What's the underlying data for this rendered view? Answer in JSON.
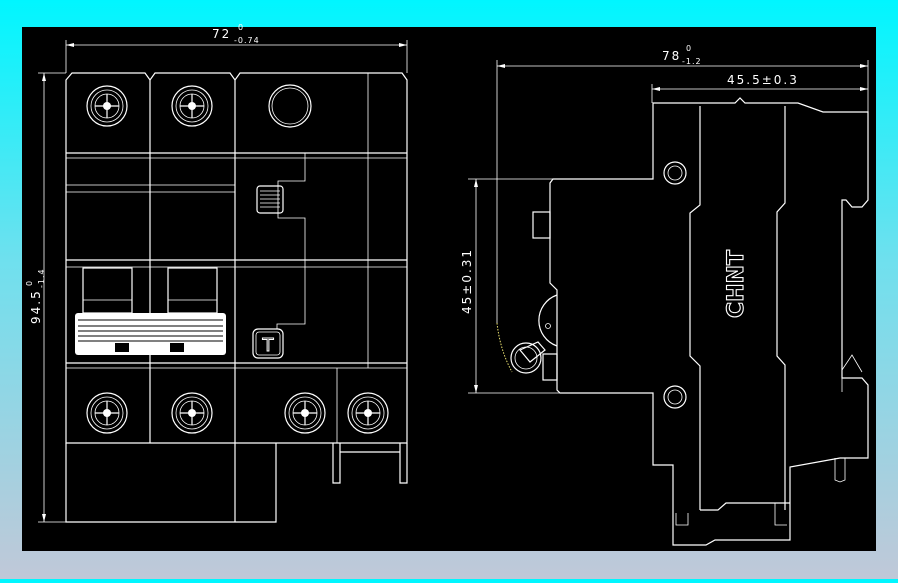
{
  "drawing": {
    "background_color": "#000000",
    "line_color": "#ffffff",
    "front_view": {
      "width_dim": {
        "nominal": "72",
        "upper_tol": "0",
        "lower_tol": "-0.74"
      },
      "height_dim": {
        "nominal": "94.5",
        "upper_tol": "0",
        "lower_tol": "-1.4"
      },
      "test_button_label": "T"
    },
    "side_view": {
      "depth_dim": {
        "nominal": "78",
        "upper_tol": "0",
        "lower_tol": "-1.2"
      },
      "front_depth_dim": "45.5±0.3",
      "front_height_dim": "45±0.31",
      "brand": "CHNT"
    }
  }
}
